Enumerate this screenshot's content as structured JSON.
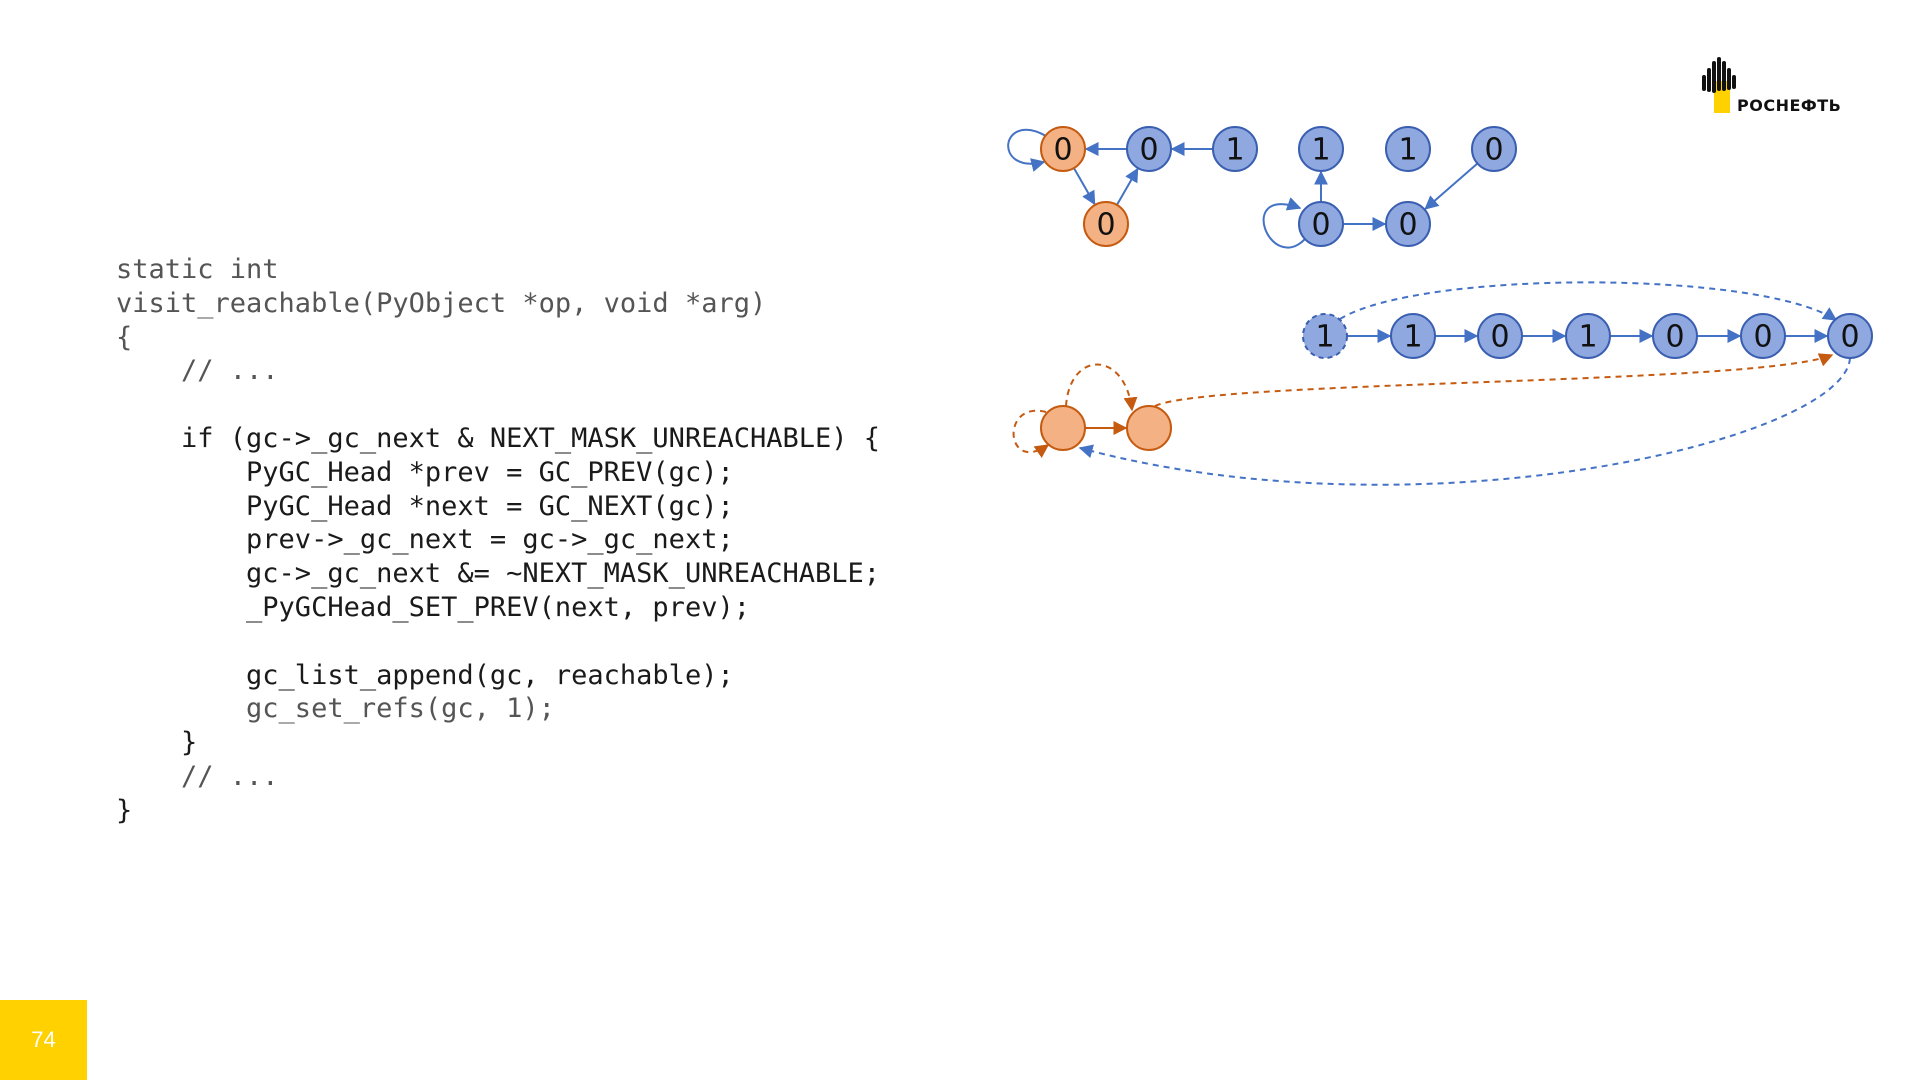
{
  "code": {
    "lines": [
      {
        "text": "static int",
        "dim": true
      },
      {
        "text": "visit_reachable(PyObject *op, void *arg)",
        "dim": true
      },
      {
        "text": "{",
        "dim": true
      },
      {
        "text": "    // ...",
        "dim": true
      },
      {
        "text": "",
        "dim": false
      },
      {
        "text": "    if (gc->_gc_next & NEXT_MASK_UNREACHABLE) {",
        "dim": false
      },
      {
        "text": "        PyGC_Head *prev = GC_PREV(gc);",
        "dim": false
      },
      {
        "text": "        PyGC_Head *next = GC_NEXT(gc);",
        "dim": false
      },
      {
        "text": "        prev->_gc_next = gc->_gc_next;",
        "dim": false
      },
      {
        "text": "        gc->_gc_next &= ~NEXT_MASK_UNREACHABLE;",
        "dim": false
      },
      {
        "text": "        _PyGCHead_SET_PREV(next, prev);",
        "dim": false
      },
      {
        "text": "",
        "dim": false
      },
      {
        "text": "        gc_list_append(gc, reachable);",
        "dim": false
      },
      {
        "text": "        gc_set_refs(gc, 1);",
        "dim": true
      },
      {
        "text": "    }",
        "dim": false
      },
      {
        "text": "    // ...",
        "dim": true
      },
      {
        "text": "}",
        "dim": false
      }
    ]
  },
  "diagram": {
    "colors": {
      "blue_fill": "#8fa8e0",
      "blue_stroke": "#3a5fb0",
      "orange_fill": "#f4b183",
      "orange_stroke": "#c55a11",
      "edge_blue": "#4472c4",
      "edge_orange": "#c55a11"
    },
    "nodes": [
      {
        "id": "g1",
        "label": "0",
        "color": "orange"
      },
      {
        "id": "g2",
        "label": "0",
        "color": "blue"
      },
      {
        "id": "g3",
        "label": "1",
        "color": "blue"
      },
      {
        "id": "g4",
        "label": "0",
        "color": "orange"
      },
      {
        "id": "h1",
        "label": "1",
        "color": "blue"
      },
      {
        "id": "h2",
        "label": "1",
        "color": "blue"
      },
      {
        "id": "h3",
        "label": "0",
        "color": "blue"
      },
      {
        "id": "h4",
        "label": "0",
        "color": "blue"
      },
      {
        "id": "h5",
        "label": "0",
        "color": "blue"
      },
      {
        "id": "l1",
        "label": "1",
        "color": "blue",
        "dashed": true
      },
      {
        "id": "l2",
        "label": "1",
        "color": "blue"
      },
      {
        "id": "l3",
        "label": "0",
        "color": "blue"
      },
      {
        "id": "l4",
        "label": "1",
        "color": "blue"
      },
      {
        "id": "l5",
        "label": "0",
        "color": "blue"
      },
      {
        "id": "l6",
        "label": "0",
        "color": "blue"
      },
      {
        "id": "l7",
        "label": "0",
        "color": "blue"
      },
      {
        "id": "u1",
        "label": "",
        "color": "orange"
      },
      {
        "id": "u2",
        "label": "",
        "color": "orange"
      }
    ]
  },
  "logo": {
    "text": "РОСНЕФТЬ",
    "color": "#ffd100"
  },
  "page": {
    "number": "74"
  }
}
